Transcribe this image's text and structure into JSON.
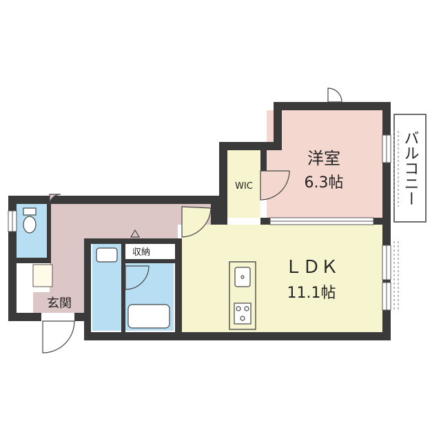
{
  "rooms": {
    "western_room": {
      "name": "洋室",
      "size": "6.3帖"
    },
    "ldk": {
      "name": "ＬＤＫ",
      "size": "11.1帖"
    },
    "wic": {
      "name": "WIC"
    },
    "storage": {
      "name": "収納"
    },
    "entrance": {
      "name": "玄関"
    },
    "balcony": {
      "name": "バルコニー"
    }
  },
  "colors": {
    "wall": "#3a3a3a",
    "western_room_floor": "#f4d8cf",
    "ldk_floor": "#f7f5cf",
    "hall_floor": "#ddc6c6",
    "wet_area_floor": "#b8def4",
    "wic_floor": "#f7f5cf",
    "entrance_floor": "#ddc6c6",
    "balcony_floor": "#ffffff"
  }
}
